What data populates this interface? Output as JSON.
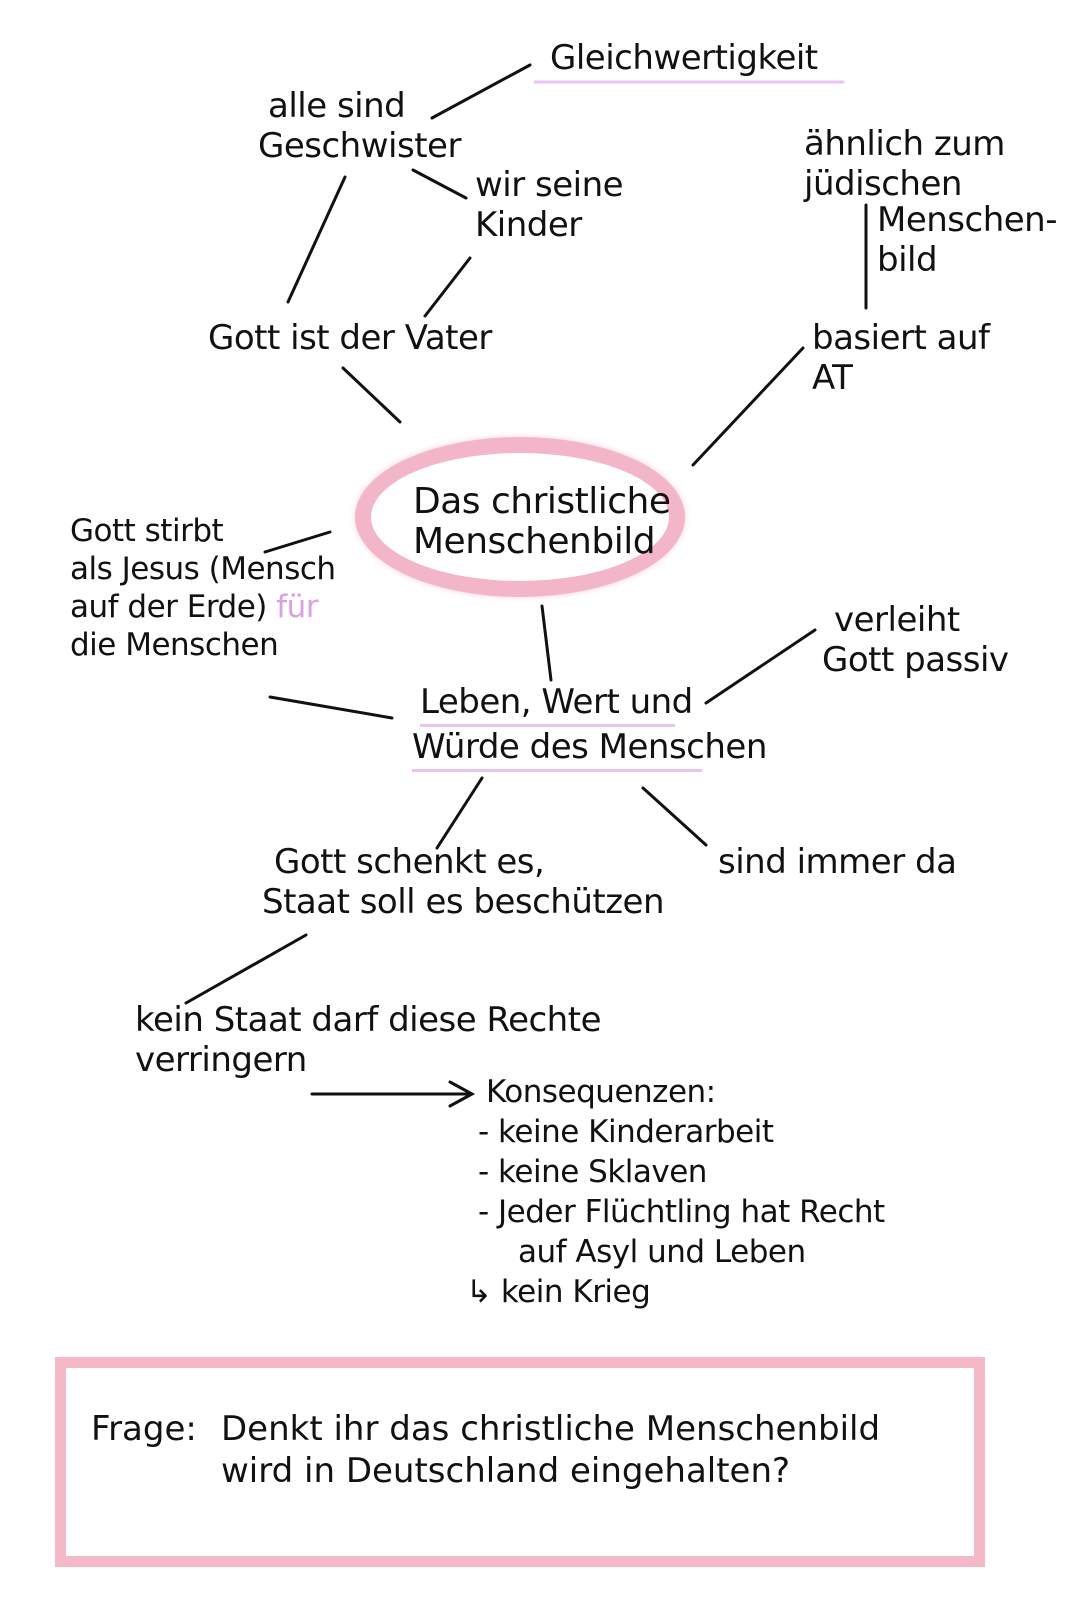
{
  "center": {
    "line1": "Das christliche",
    "line2": "Menschenbild"
  },
  "nodes": {
    "gleichwertigkeit": "Gleichwertigkeit",
    "alle_sind": "alle sind",
    "geschwister": "Geschwister",
    "wir_seine": "wir seine",
    "kinder": "Kinder",
    "gott_vater": "Gott ist der Vater",
    "aehnlich_1": "ähnlich zum",
    "aehnlich_2": "jüdischen",
    "menschenbild_1": "Menschen-",
    "menschenbild_2": "bild",
    "basiert_1": "basiert auf",
    "basiert_2": "AT",
    "gott_stirbt_1": "Gott stirbt",
    "gott_stirbt_2": "als Jesus (Mensch",
    "gott_stirbt_3a": "auf der Erde)",
    "gott_stirbt_3b": "für",
    "gott_stirbt_4": "die Menschen",
    "verleiht_1": "verleiht",
    "verleiht_2": "Gott passiv",
    "leben_1": "Leben, Wert und",
    "leben_2": "Würde des Menschen",
    "gott_schenkt_1": "Gott schenkt es,",
    "gott_schenkt_2": "Staat soll es beschützen",
    "immer_da": "sind immer da",
    "kein_staat_1": "kein Staat darf diese Rechte",
    "kein_staat_2": "verringern"
  },
  "konsequenzen": {
    "title": "Konsequenzen:",
    "items": [
      "- keine Kinderarbeit",
      "- keine Sklaven",
      "- Jeder Flüchtling hat Recht",
      "auf Asyl und Leben",
      "↳ kein Krieg"
    ]
  },
  "question": {
    "label": "Frage:",
    "line1": "Denkt ihr das christliche Menschenbild",
    "line2": "wird in Deutschland eingehalten?"
  },
  "colors": {
    "ring": "#f2b6c8",
    "highlight": "#d9a0e4",
    "ink": "#111111",
    "box_border": "#f4b8c8"
  }
}
